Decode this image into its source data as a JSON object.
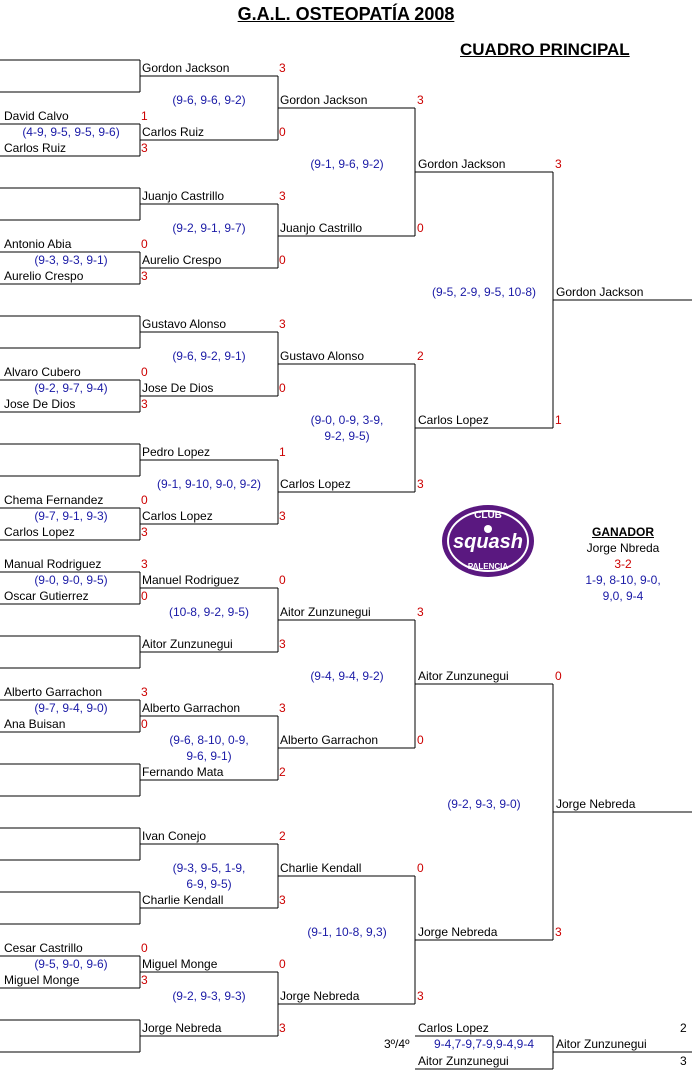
{
  "header": {
    "title": "G.A.L. OSTEOPATÍA 2008",
    "subtitle": "CUADRO PRINCIPAL"
  },
  "logo": {
    "top_text": "CLUB",
    "main_text": "squash",
    "bottom_text": "PALENCIA"
  },
  "colors": {
    "names": "#000000",
    "scores": "#cc0000",
    "results": "#1a1aa6"
  },
  "round1": [
    {
      "p1": "David Calvo",
      "s1": "1",
      "res": "(4-9, 9-5, 9-5, 9-6)",
      "p2": "Carlos Ruiz",
      "s2": "3"
    },
    {
      "p1": "Antonio Abia",
      "s1": "0",
      "res": "(9-3, 9-3, 9-1)",
      "p2": "Aurelio Crespo",
      "s2": "3"
    },
    {
      "p1": "Alvaro Cubero",
      "s1": "0",
      "res": "(9-2, 9-7, 9-4)",
      "p2": "Jose De Dios",
      "s2": "3"
    },
    {
      "p1": "Chema Fernandez",
      "s1": "0",
      "res": "(9-7, 9-1, 9-3)",
      "p2": "Carlos Lopez",
      "s2": "3"
    },
    {
      "p1": "Manual Rodriguez",
      "s1": "3",
      "res": "(9-0, 9-0, 9-5)",
      "p2": "Oscar Gutierrez",
      "s2": "0"
    },
    {
      "p1": "Alberto Garrachon",
      "s1": "3",
      "res": "(9-7, 9-4, 9-0)",
      "p2": "Ana Buisan",
      "s2": "0"
    },
    {
      "p1": "Cesar Castrillo",
      "s1": "0",
      "res": "(9-5, 9-0, 9-6)",
      "p2": "Miguel Monge",
      "s2": "3"
    }
  ],
  "round2": [
    {
      "p1": "Gordon Jackson",
      "s1": "3",
      "res1": "(9-6, 9-6, 9-2)",
      "res2": "",
      "p2": "Carlos Ruiz",
      "s2": "0"
    },
    {
      "p1": "Juanjo Castrillo",
      "s1": "3",
      "res1": "(9-2, 9-1, 9-7)",
      "res2": "",
      "p2": "Aurelio Crespo",
      "s2": "0"
    },
    {
      "p1": "Gustavo Alonso",
      "s1": "3",
      "res1": "(9-6, 9-2, 9-1)",
      "res2": "",
      "p2": "Jose De Dios",
      "s2": "0"
    },
    {
      "p1": "Pedro Lopez",
      "s1": "1",
      "res1": "(9-1, 9-10, 9-0, 9-2)",
      "res2": "",
      "p2": "Carlos Lopez",
      "s2": "3"
    },
    {
      "p1": "Manuel Rodriguez",
      "s1": "0",
      "res1": "(10-8, 9-2, 9-5)",
      "res2": "",
      "p2": "Aitor Zunzunegui",
      "s2": "3"
    },
    {
      "p1": "Alberto Garrachon",
      "s1": "3",
      "res1": "(9-6, 8-10, 0-9,",
      "res2": "9-6, 9-1)",
      "p2": "Fernando Mata",
      "s2": "2"
    },
    {
      "p1": "Ivan Conejo",
      "s1": "2",
      "res1": "(9-3, 9-5, 1-9,",
      "res2": "6-9, 9-5)",
      "p2": "Charlie Kendall",
      "s2": "3"
    },
    {
      "p1": "Miguel Monge",
      "s1": "0",
      "res1": "(9-2, 9-3, 9-3)",
      "res2": "",
      "p2": "Jorge Nebreda",
      "s2": "3"
    }
  ],
  "round3": [
    {
      "p1": "Gordon Jackson",
      "s1": "3",
      "res1": "(9-1, 9-6, 9-2)",
      "res2": "",
      "p2": "Juanjo Castrillo",
      "s2": "0"
    },
    {
      "p1": "Gustavo Alonso",
      "s1": "2",
      "res1": "(9-0, 0-9, 3-9,",
      "res2": "9-2, 9-5)",
      "p2": "Carlos Lopez",
      "s2": "3"
    },
    {
      "p1": "Aitor Zunzunegui",
      "s1": "3",
      "res1": "(9-4, 9-4, 9-2)",
      "res2": "",
      "p2": "Alberto Garrachon",
      "s2": "0"
    },
    {
      "p1": "Charlie Kendall",
      "s1": "0",
      "res1": "(9-1, 10-8, 9,3)",
      "res2": "",
      "p2": "Jorge Nebreda",
      "s2": "3"
    }
  ],
  "semis": [
    {
      "p1": "Gordon Jackson",
      "s1": "3",
      "res": "(9-5, 2-9, 9-5, 10-8)",
      "p2": "Carlos Lopez",
      "s2": "1"
    },
    {
      "p1": "Aitor Zunzunegui",
      "s1": "0",
      "res": "(9-2, 9-3, 9-0)",
      "p2": "Jorge Nebreda",
      "s2": "3"
    }
  ],
  "finalists": {
    "top": "Gordon Jackson",
    "bottom": "Jorge Nebreda"
  },
  "winner": {
    "label": "GANADOR",
    "name": "Jorge Nbreda",
    "score": "3-2",
    "res1": "1-9, 8-10, 9-0,",
    "res2": "9,0, 9-4"
  },
  "third_place": {
    "label": "3º/4º",
    "p1": "Carlos Lopez",
    "res": "9-4,7-9,7-9,9-4,9-4",
    "p2": "Aitor Zunzunegui",
    "winner": "Aitor Zunzunegui",
    "s1": "2",
    "s2": "3"
  }
}
